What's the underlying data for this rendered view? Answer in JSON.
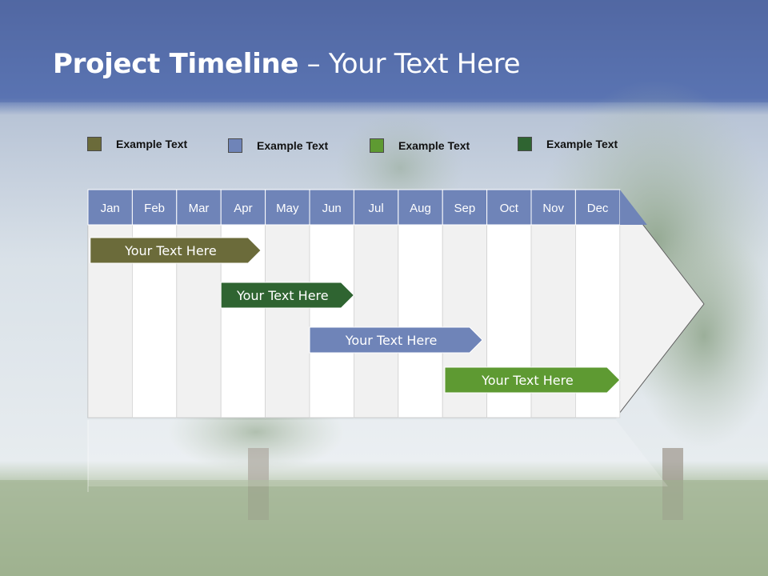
{
  "title": {
    "bold": "Project Timeline",
    "rest": " – Your Text Here"
  },
  "legend": [
    {
      "label": "Example Text",
      "color": "#6b6b3a"
    },
    {
      "label": "Example Text",
      "color": "#6f84b8"
    },
    {
      "label": "Example Text",
      "color": "#5e9a32"
    },
    {
      "label": "Example Text",
      "color": "#2f6431"
    }
  ],
  "months": [
    "Jan",
    "Feb",
    "Mar",
    "Apr",
    "May",
    "Jun",
    "Jul",
    "Aug",
    "Sep",
    "Oct",
    "Nov",
    "Dec"
  ],
  "tasks": [
    {
      "label": "Your  Text Here",
      "start": 0.05,
      "end": 3.9,
      "color": "#6b6b3a"
    },
    {
      "label": "Your  Text Here",
      "start": 3.0,
      "end": 6.0,
      "color": "#2f6431"
    },
    {
      "label": "Your  Text Here",
      "start": 5.0,
      "end": 8.9,
      "color": "#6f84b8"
    },
    {
      "label": "Your  Text Here",
      "start": 8.05,
      "end": 12.0,
      "color": "#5e9a32"
    }
  ],
  "colors": {
    "header": "#6f84b8",
    "sky_top": "#4f6aa8",
    "grass": "#7e9a72"
  }
}
